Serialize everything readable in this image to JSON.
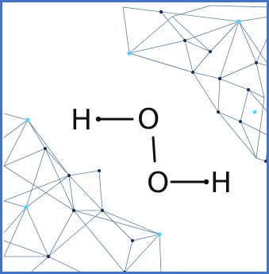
{
  "molecule": {
    "atoms": [
      {
        "id": "h1",
        "symbol": "H"
      },
      {
        "id": "o1",
        "symbol": "O"
      },
      {
        "id": "o2",
        "symbol": "O"
      },
      {
        "id": "h2",
        "symbol": "H"
      }
    ],
    "bonds": [
      {
        "from": "h1",
        "to": "o1"
      },
      {
        "from": "o1",
        "to": "o2"
      },
      {
        "from": "o2",
        "to": "h2"
      }
    ]
  },
  "colors": {
    "border": "#4472c4",
    "text": "#111111",
    "bond": "#111111",
    "network_line": "#5f7f99",
    "network_node_dark": "#1b2d5a",
    "network_node_cyan": "#4fd3ff"
  }
}
